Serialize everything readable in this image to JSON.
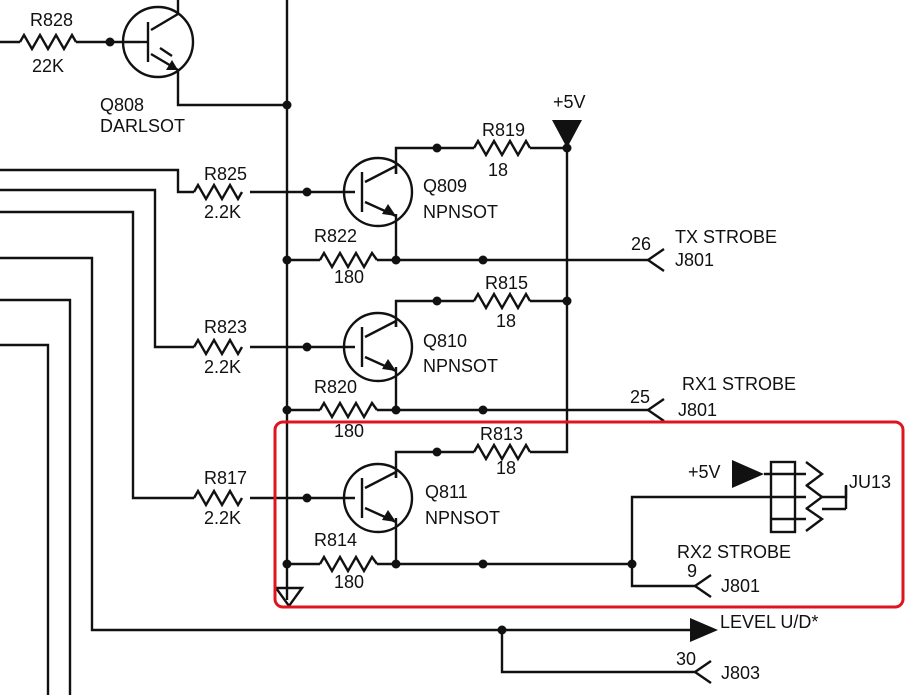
{
  "resistors": {
    "r828": {
      "ref": "R828",
      "value": "22K"
    },
    "r825": {
      "ref": "R825",
      "value": "2.2K"
    },
    "r822": {
      "ref": "R822",
      "value": "180"
    },
    "r819": {
      "ref": "R819",
      "value": "18"
    },
    "r823": {
      "ref": "R823",
      "value": "2.2K"
    },
    "r820": {
      "ref": "R820",
      "value": "180"
    },
    "r815": {
      "ref": "R815",
      "value": "18"
    },
    "r817": {
      "ref": "R817",
      "value": "2.2K"
    },
    "r814": {
      "ref": "R814",
      "value": "180"
    },
    "r813": {
      "ref": "R813",
      "value": "18"
    }
  },
  "transistors": {
    "q808": {
      "ref": "Q808",
      "type": "DARLSOT"
    },
    "q809": {
      "ref": "Q809",
      "type": "NPNSOT"
    },
    "q810": {
      "ref": "Q810",
      "type": "NPNSOT"
    },
    "q811": {
      "ref": "Q811",
      "type": "NPNSOT"
    }
  },
  "supply": {
    "plus5v_top": "+5V",
    "plus5v_jumper": "+5V"
  },
  "jumper": {
    "ref": "JU13"
  },
  "connectors": {
    "tx_strobe": {
      "pin": "26",
      "signal": "TX STROBE",
      "conn": "J801"
    },
    "rx1_strobe": {
      "pin": "25",
      "signal": "RX1 STROBE",
      "conn": "J801"
    },
    "rx2_strobe": {
      "pin": "9",
      "signal": "RX2 STROBE",
      "conn": "J801"
    },
    "level_ud": {
      "signal": "LEVEL U/D*"
    },
    "j803": {
      "pin": "30",
      "conn": "J803"
    }
  },
  "colors": {
    "highlight": "#e0141e",
    "ink": "#111111"
  }
}
